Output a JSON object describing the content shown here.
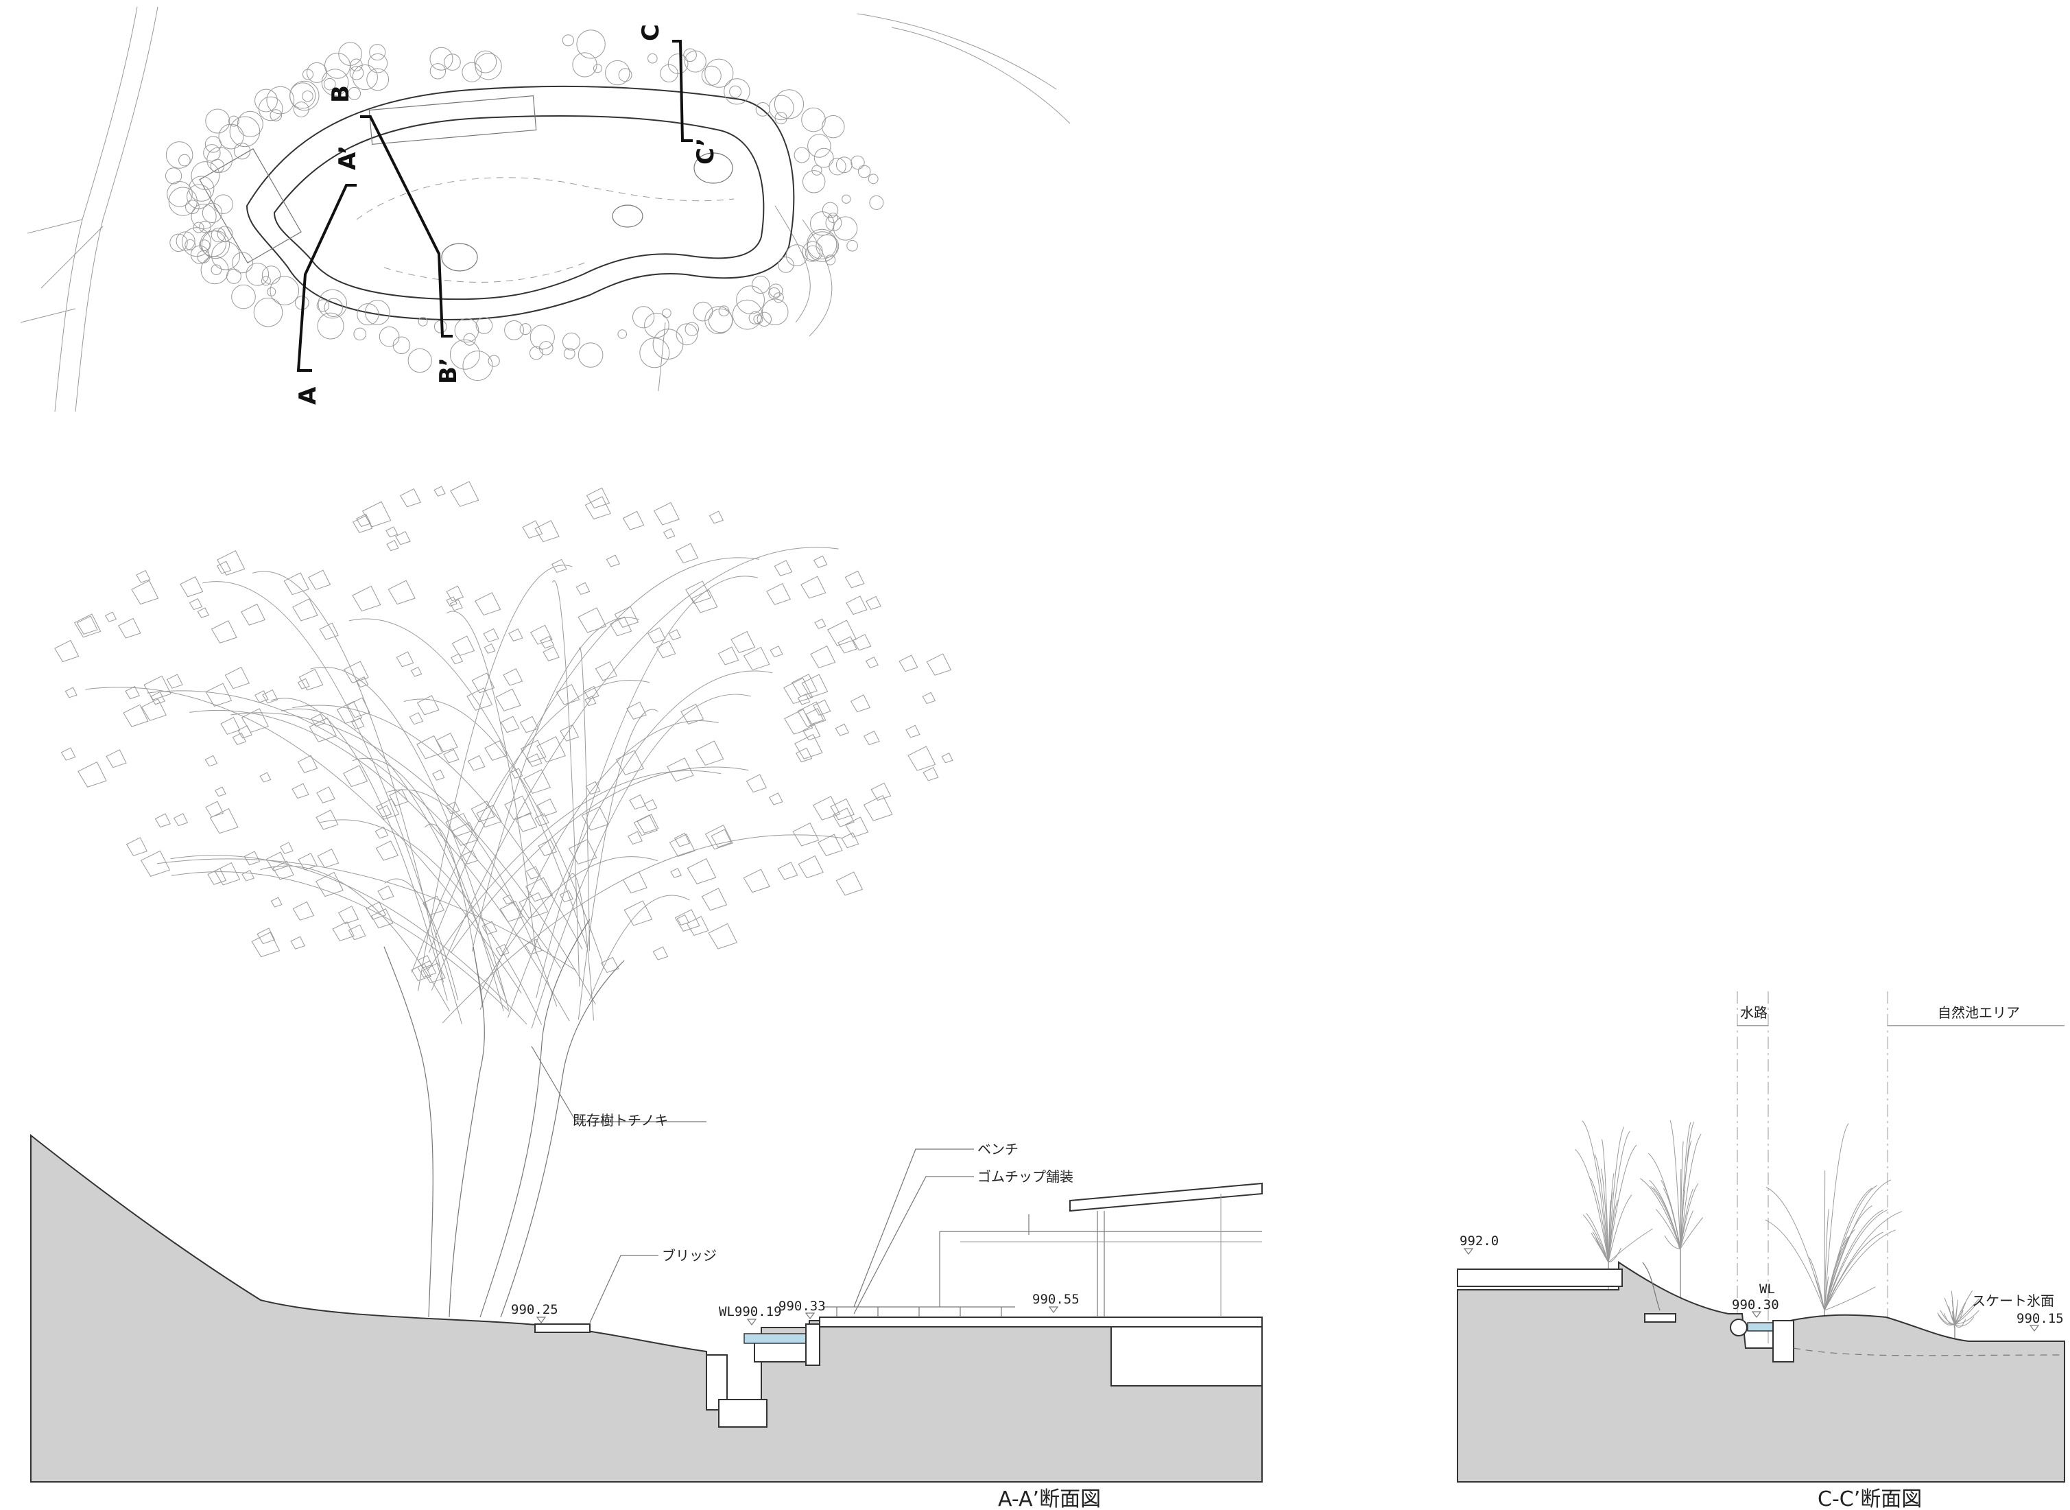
{
  "plan": {
    "cut_labels": {
      "a_start": "A",
      "a_end": "A’",
      "b_start": "B",
      "b_end": "B’",
      "c_start": "C",
      "c_end": "C’"
    }
  },
  "section_aa": {
    "caption": "A-A’断面図",
    "labels": {
      "tree": "既存樹トチノキ",
      "bench": "ベンチ",
      "paving": "ゴムチップ舗装",
      "bridge": "ブリッジ"
    },
    "levels": {
      "bridge": "990.25",
      "water": "WL990.19",
      "edge": "990.33",
      "deck": "990.55"
    }
  },
  "section_cc": {
    "caption": "C-C’断面図",
    "labels": {
      "channel": "水路",
      "natural_pond_area": "自然池エリア",
      "ice_surface": "スケート氷面"
    },
    "levels": {
      "upper": "992.0",
      "wl_label": "WL",
      "water": "990.30",
      "ice": "990.15"
    }
  },
  "colors": {
    "ground": "#d0d0d0",
    "water": "#b9dbe9",
    "line": "#333333"
  }
}
